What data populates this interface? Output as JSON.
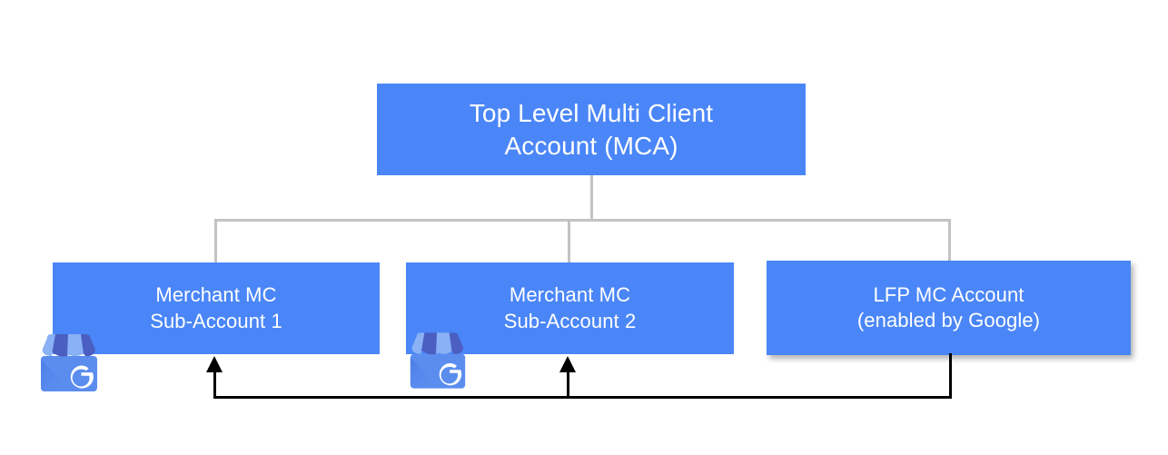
{
  "diagram": {
    "title_text": "Top Level Multi Client Account (MCA)",
    "nodes": {
      "top": {
        "line1": "Top Level Multi Client",
        "line2": "Account (MCA)"
      },
      "sub1": {
        "line1": "Merchant MC",
        "line2": "Sub-Account 1"
      },
      "sub2": {
        "line1": "Merchant MC",
        "line2": "Sub-Account 2"
      },
      "lfp": {
        "line1": "LFP MC Account",
        "line2": "(enabled by Google)"
      }
    },
    "icons": {
      "sub1_icon_name": "google-business-profile-storefront-icon",
      "sub2_icon_name": "google-business-profile-storefront-icon",
      "icon_letter": "G"
    },
    "colors": {
      "node_fill": "#4a86f7",
      "node_text": "#ffffff",
      "tree_connector": "#c3c3c3",
      "feedback_connector": "#000000",
      "canvas_background": "#ffffff",
      "icon_awning_light": "#8ab0f5",
      "icon_awning_dark": "#4a5fc1",
      "icon_body": "#5b8def"
    }
  }
}
